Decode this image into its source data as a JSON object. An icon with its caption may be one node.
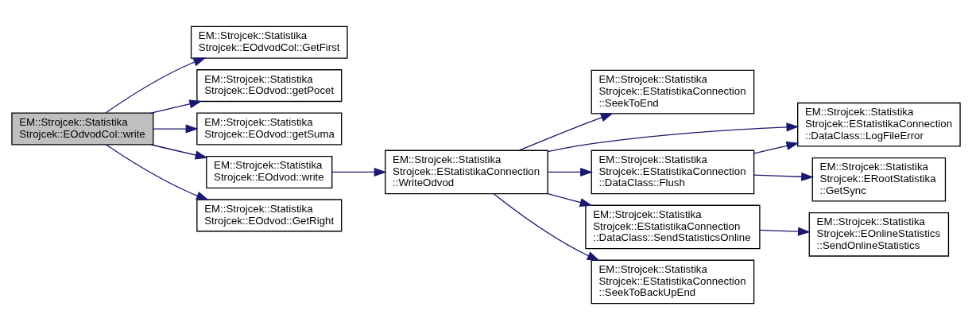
{
  "diagram": {
    "nodes": [
      {
        "text": [
          "EM::Strojcek::Statistika Strojcek::EOdvodCol::write"
        ]
      },
      {
        "text": [
          "EM::Strojcek::Statistika Strojcek::EOdvodCol::GetFirst"
        ]
      },
      {
        "text": [
          "EM::Strojcek::Statistika Strojcek::EOdvod::getPocet"
        ]
      },
      {
        "text": [
          "EM::Strojcek::Statistika Strojcek::EOdvod::getSuma"
        ]
      },
      {
        "text": [
          "EM::Strojcek::Statistika Strojcek::EOdvod::write"
        ]
      },
      {
        "text": [
          "EM::Strojcek::Statistika Strojcek::EOdvod::GetRight"
        ]
      },
      {
        "text": [
          "EM::Strojcek::Statistika Strojcek::EStatistikaConnection ::WriteOdvod"
        ]
      },
      {
        "text": [
          "EM::Strojcek::Statistika Strojcek::EStatistikaConnection ::SeekToEnd"
        ]
      },
      {
        "text": [
          "EM::Strojcek::Statistika Strojcek::EStatistikaConnection ::DataClass::LogFileError"
        ]
      },
      {
        "text": [
          "EM::Strojcek::Statistika Strojcek::EStatistikaConnection ::DataClass::Flush"
        ]
      },
      {
        "text": [
          "EM::Strojcek::Statistika Strojcek::ERootStatistika ::GetSync"
        ]
      },
      {
        "text": [
          "EM::Strojcek::Statistika Strojcek::EStatistikaConnection ::DataClass::SendStatisticsOnline"
        ]
      },
      {
        "text": [
          "EM::Strojcek::Statistika Strojcek::EOnlineStatistics ::SendOnlineStatistics"
        ]
      },
      {
        "text": [
          "EM::Strojcek::Statistika Strojcek::EStatistikaConnection ::SeekToBackUpEnd"
        ]
      }
    ],
    "edges": [
      {
        "from": 0,
        "to": 1,
        "arrow": "to"
      },
      {
        "from": 0,
        "to": 2,
        "arrow": "to"
      },
      {
        "from": 0,
        "to": 3,
        "arrow": "to"
      },
      {
        "from": 0,
        "to": 4,
        "arrow": "to"
      },
      {
        "from": 0,
        "to": 5,
        "arrow": "to"
      },
      {
        "from": 4,
        "to": 6,
        "arrow": "to"
      },
      {
        "from": 6,
        "to": 7,
        "arrow": "to"
      },
      {
        "from": 6,
        "to": 8,
        "arrow": "to"
      },
      {
        "from": 6,
        "to": 9,
        "arrow": "to"
      },
      {
        "from": 6,
        "to": 11,
        "arrow": "to"
      },
      {
        "from": 6,
        "to": 13,
        "arrow": "to"
      },
      {
        "from": 9,
        "to": 8,
        "arrow": "to"
      },
      {
        "from": 9,
        "to": 10,
        "arrow": "to"
      },
      {
        "from": 11,
        "to": 12,
        "arrow": "to"
      }
    ]
  }
}
